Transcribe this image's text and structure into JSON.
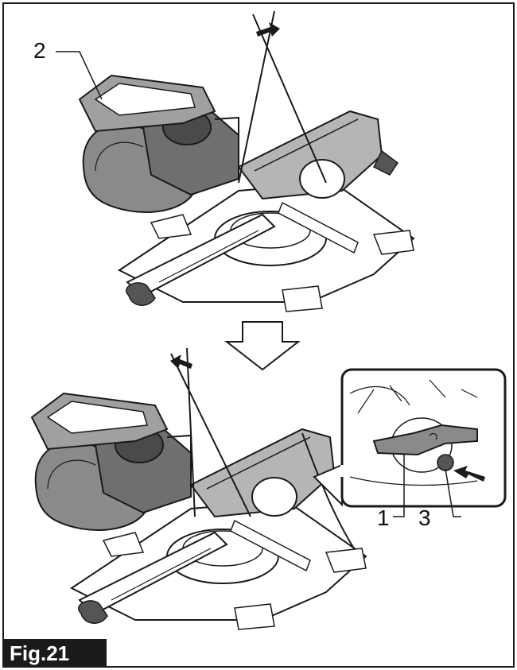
{
  "figure": {
    "label": "Fig.21",
    "callouts": {
      "c1": "1",
      "c2": "2",
      "c3": "3"
    }
  },
  "colors": {
    "ink": "#1a1a1a",
    "shade": "#8a8a8a",
    "light": "#d0d0d0",
    "paper": "#ffffff"
  },
  "icons": {
    "down_arrow": "hollow-down-arrow",
    "push_arrow": "solid-arrow"
  }
}
